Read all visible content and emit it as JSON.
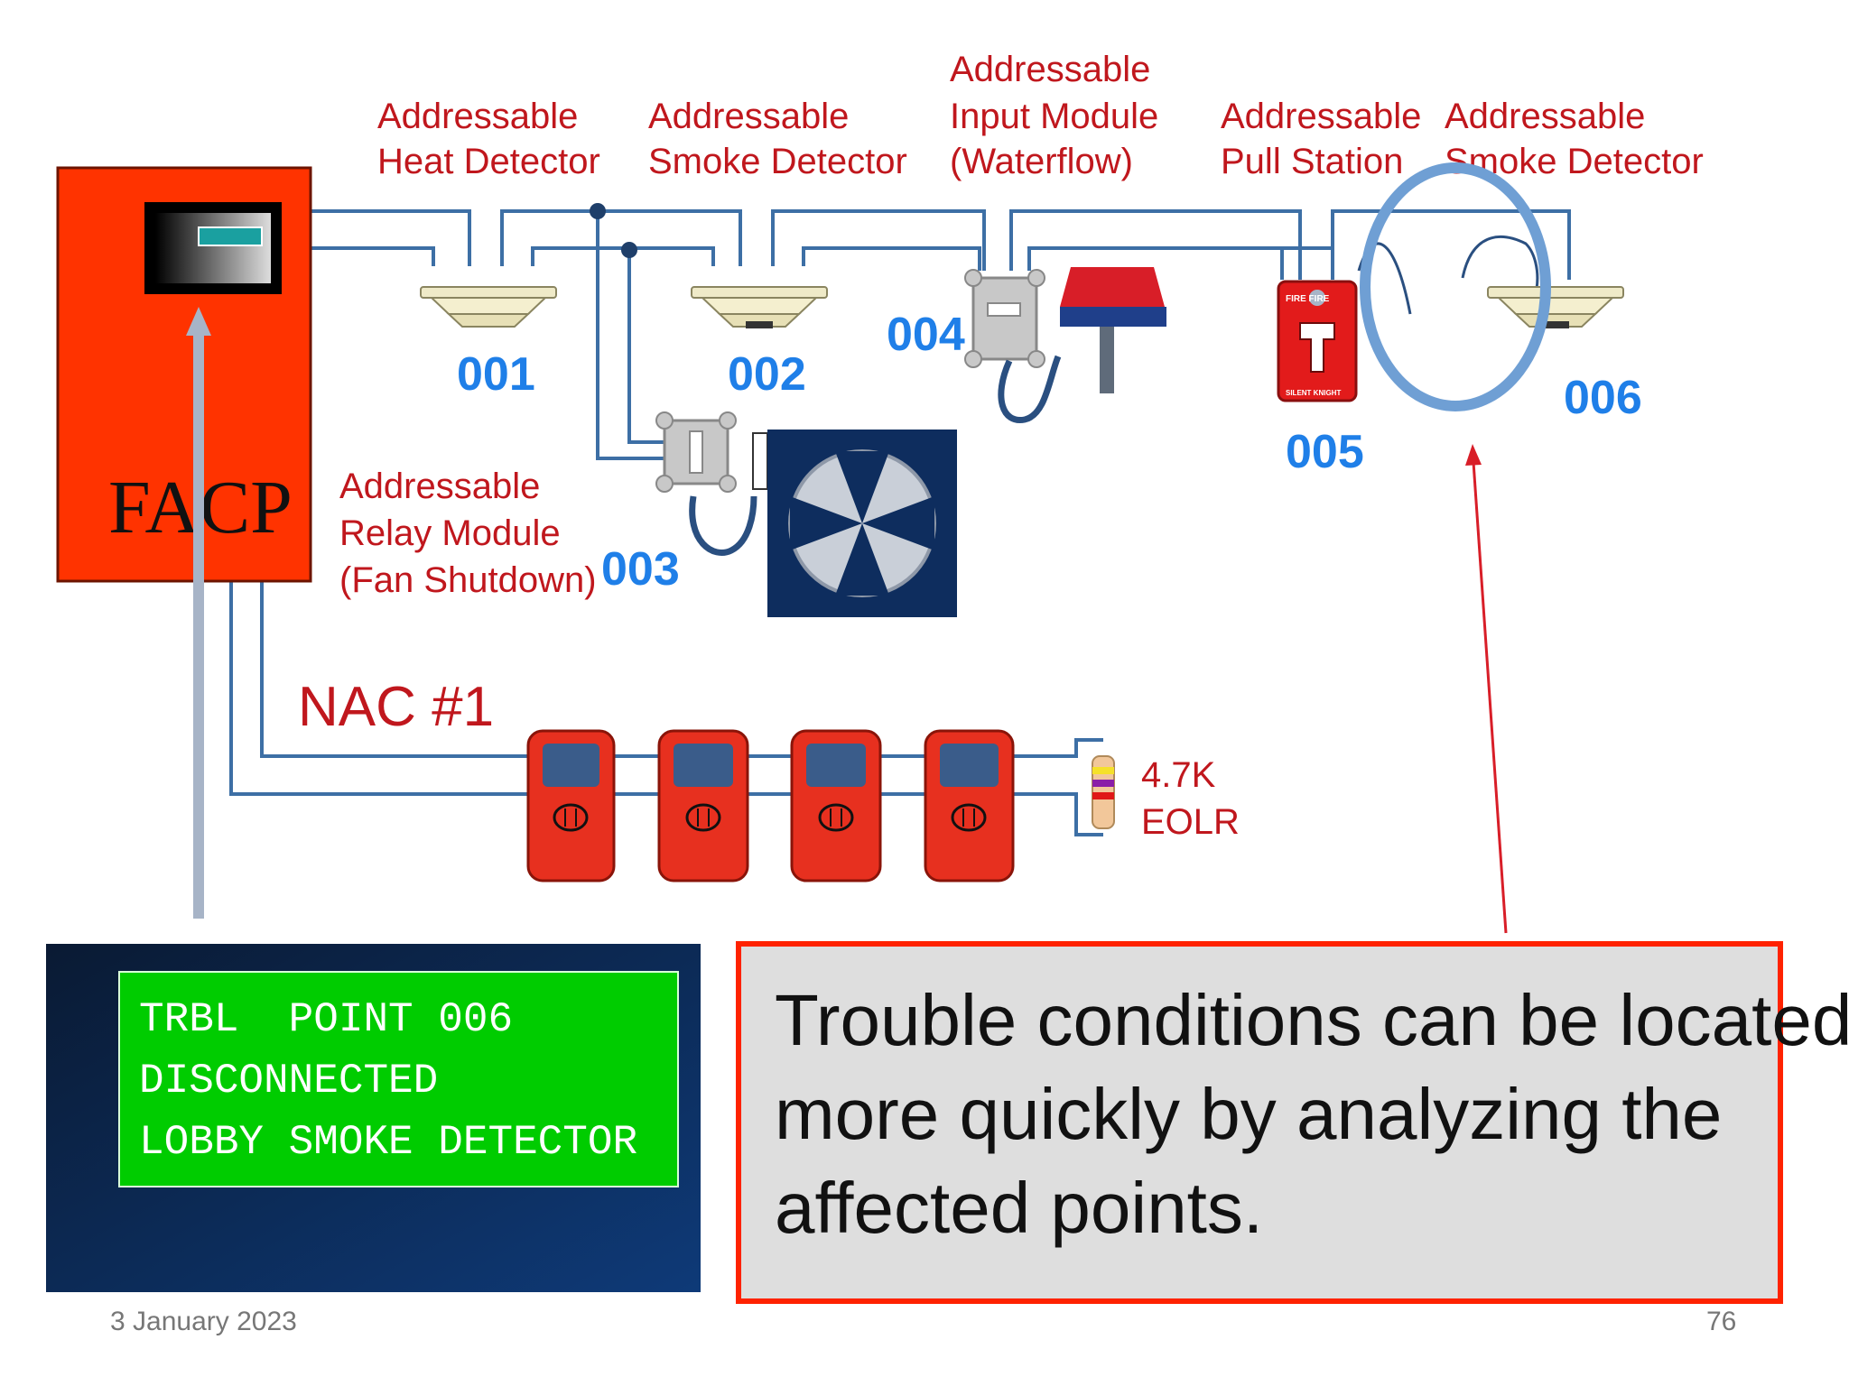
{
  "panel": {
    "label": "FACP"
  },
  "devices": [
    {
      "id": "heat-detector",
      "label_lines": [
        "Addressable",
        "Heat Detector"
      ],
      "address": "001"
    },
    {
      "id": "smoke-detector-002",
      "label_lines": [
        "Addressable",
        "Smoke Detector"
      ],
      "address": "002"
    },
    {
      "id": "relay-module",
      "label_lines": [
        "Addressable",
        "Relay Module",
        "(Fan Shutdown)"
      ],
      "address": "003"
    },
    {
      "id": "input-module",
      "label_lines": [
        "Addressable",
        "Input Module",
        "(Waterflow)"
      ],
      "address": "004"
    },
    {
      "id": "pull-station",
      "label_lines": [
        "Addressable",
        "Pull Station"
      ],
      "address": "005"
    },
    {
      "id": "smoke-detector-006",
      "label_lines": [
        "Addressable",
        "Smoke Detector"
      ],
      "address": "006"
    }
  ],
  "pull_station_text": {
    "top": "FIRE FIRE",
    "bottom": "SILENT KNIGHT"
  },
  "nac": {
    "label": "NAC #1",
    "eolr_lines": [
      "4.7K",
      "EOLR"
    ]
  },
  "lcd": {
    "lines": [
      "TRBL  POINT 006",
      "DISCONNECTED",
      "LOBBY SMOKE DETECTOR"
    ]
  },
  "note": {
    "lines": [
      "Trouble conditions can be located",
      "more quickly by analyzing the",
      "affected points."
    ]
  },
  "footer": {
    "date": "3 January 2023",
    "page": "76"
  },
  "colors": {
    "panel": "#ff3300",
    "label_red": "#c0171d",
    "address_blue": "#1f7fe8",
    "lcd_green": "#00cc00",
    "circle_blue": "#6f9fd4"
  }
}
